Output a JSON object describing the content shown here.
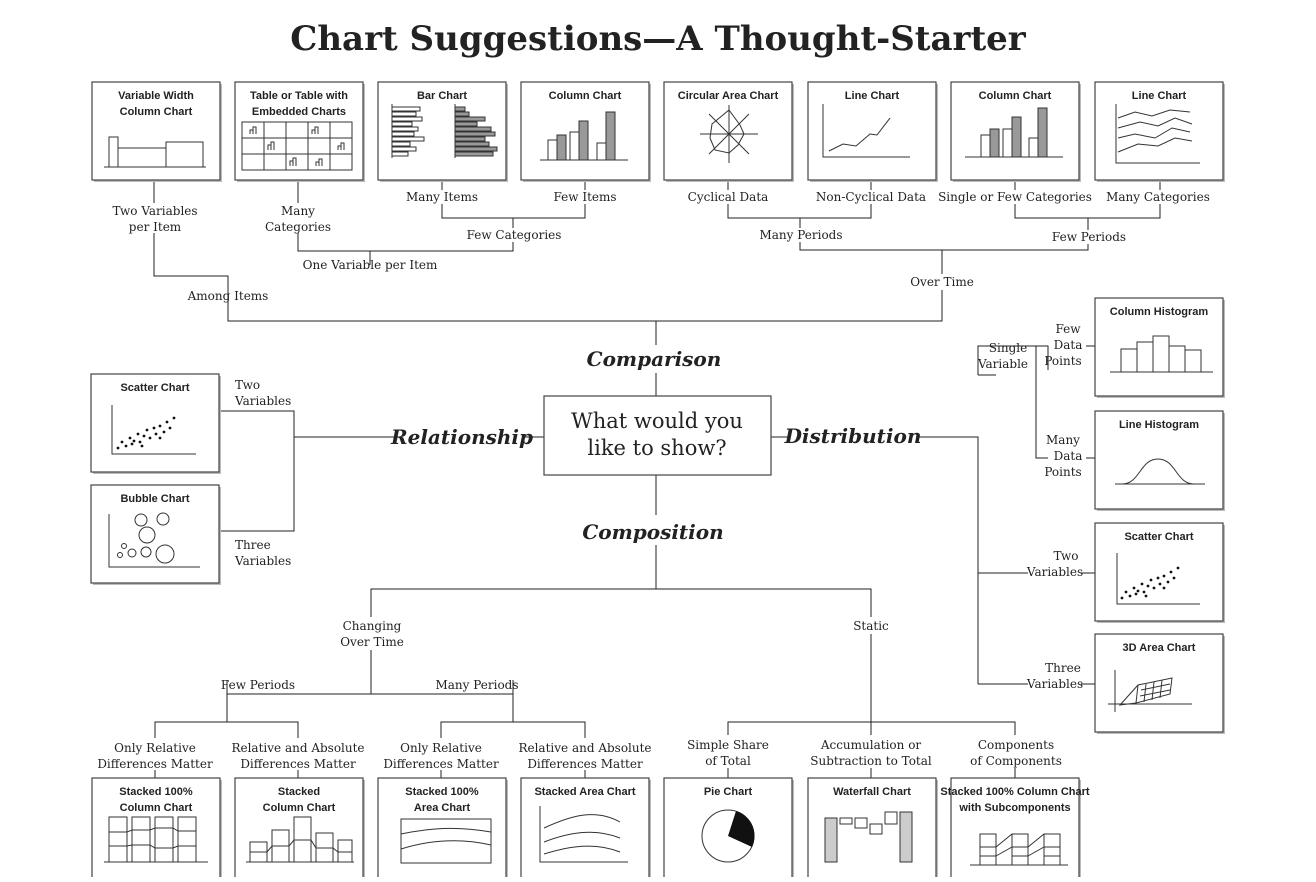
{
  "title": "Chart Suggestions—A Thought-Starter",
  "center_question": [
    "What would you",
    "like to show?"
  ],
  "categories": {
    "comparison": "Comparison",
    "relationship": "Relationship",
    "distribution": "Distribution",
    "composition": "Composition"
  },
  "boxes": {
    "variable_width_column": [
      "Variable Width",
      "Column Chart"
    ],
    "table_embedded": [
      "Table or Table with",
      "Embedded Charts"
    ],
    "bar_chart": [
      "Bar Chart"
    ],
    "column_chart_top1": [
      "Column Chart"
    ],
    "circular_area": [
      "Circular Area Chart"
    ],
    "line_chart_top1": [
      "Line Chart"
    ],
    "column_chart_top2": [
      "Column Chart"
    ],
    "line_chart_top2": [
      "Line Chart"
    ],
    "scatter_left": [
      "Scatter Chart"
    ],
    "bubble": [
      "Bubble Chart"
    ],
    "column_histogram": [
      "Column Histogram"
    ],
    "line_histogram": [
      "Line Histogram"
    ],
    "scatter_right": [
      "Scatter Chart"
    ],
    "area_3d": [
      "3D Area Chart"
    ],
    "stacked100_column": [
      "Stacked 100%",
      "Column Chart"
    ],
    "stacked_column": [
      "Stacked",
      "Column Chart"
    ],
    "stacked100_area": [
      "Stacked 100%",
      "Area Chart"
    ],
    "stacked_area": [
      "Stacked Area Chart"
    ],
    "pie": [
      "Pie Chart"
    ],
    "waterfall": [
      "Waterfall Chart"
    ],
    "stacked100_subcomponents": [
      "Stacked 100% Column Chart",
      "with Subcomponents"
    ]
  },
  "labels": {
    "two_variables_per_item": [
      "Two Variables",
      "per Item"
    ],
    "many_categories_left": [
      "Many",
      "Categories"
    ],
    "many_items": "Many Items",
    "few_items": "Few Items",
    "cyclical_data": "Cyclical Data",
    "non_cyclical_data": "Non-Cyclical Data",
    "single_or_few_categories": "Single or Few Categories",
    "many_categories_right": "Many Categories",
    "few_categories": "Few Categories",
    "many_periods_top": "Many Periods",
    "few_periods_top": "Few Periods",
    "one_variable_per_item": "One Variable per Item",
    "among_items": "Among Items",
    "over_time": "Over Time",
    "two_variables_rel": [
      "Two",
      "Variables"
    ],
    "three_variables_rel": [
      "Three",
      "Variables"
    ],
    "single_variable": [
      "Single",
      "Variable"
    ],
    "few_data_points": [
      "Few",
      "Data",
      "Points"
    ],
    "many_data_points": [
      "Many",
      "Data",
      "Points"
    ],
    "two_variables_dist": [
      "Two",
      "Variables"
    ],
    "three_variables_dist": [
      "Three",
      "Variables"
    ],
    "changing_over_time": [
      "Changing",
      "Over Time"
    ],
    "static": "Static",
    "few_periods_bottom": "Few Periods",
    "many_periods_bottom": "Many Periods",
    "only_relative_1": [
      "Only Relative",
      "Differences Matter"
    ],
    "relative_absolute_1": [
      "Relative and Absolute",
      "Differences Matter"
    ],
    "only_relative_2": [
      "Only Relative",
      "Differences Matter"
    ],
    "relative_absolute_2": [
      "Relative and Absolute",
      "Differences Matter"
    ],
    "simple_share": [
      "Simple Share",
      "of Total"
    ],
    "accumulation": [
      "Accumulation or",
      "Subtraction to Total"
    ],
    "components": [
      "Components",
      "of Components"
    ]
  }
}
